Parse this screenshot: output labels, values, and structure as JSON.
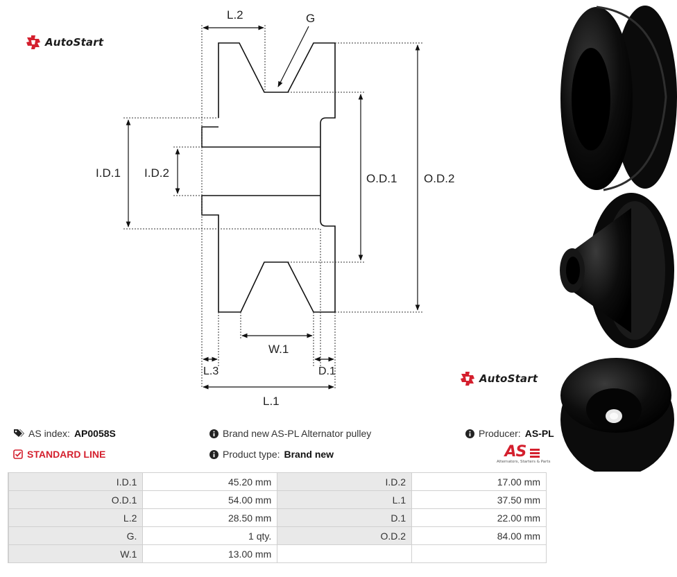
{
  "brand": {
    "name": "AutoStart",
    "accent": "#d4202e"
  },
  "diagram": {
    "labels": {
      "l2": "L.2",
      "g": "G",
      "id1": "I.D.1",
      "id2": "I.D.2",
      "od1": "O.D.1",
      "od2": "O.D.2",
      "w1": "W.1",
      "l3": "L.3",
      "d1": "D.1",
      "l1": "L.1"
    }
  },
  "info": {
    "as_index_label": "AS index:",
    "as_index_value": "AP0058S",
    "description": "Brand new AS-PL Alternator pulley",
    "producer_label": "Producer:",
    "producer_value": "AS-PL",
    "line": "STANDARD LINE",
    "product_type_label": "Product type:",
    "product_type_value": "Brand new",
    "producer_logo_text": "AS",
    "producer_logo_tagline": "Alternators, Starters & Parts"
  },
  "specs": [
    [
      {
        "k": "I.D.1",
        "v": "45.20 mm"
      },
      {
        "k": "I.D.2",
        "v": "17.00 mm"
      }
    ],
    [
      {
        "k": "O.D.1",
        "v": "54.00 mm"
      },
      {
        "k": "L.1",
        "v": "37.50 mm"
      }
    ],
    [
      {
        "k": "L.2",
        "v": "28.50 mm"
      },
      {
        "k": "D.1",
        "v": "22.00 mm"
      }
    ],
    [
      {
        "k": "G.",
        "v": "1 qty."
      },
      {
        "k": "O.D.2",
        "v": "84.00 mm"
      }
    ],
    [
      {
        "k": "W.1",
        "v": "13.00 mm"
      },
      {
        "k": "",
        "v": ""
      }
    ]
  ],
  "icons": [
    "autostart-logo-icon",
    "tags-icon",
    "info-icon",
    "check-square-icon",
    "pulley-photo"
  ]
}
